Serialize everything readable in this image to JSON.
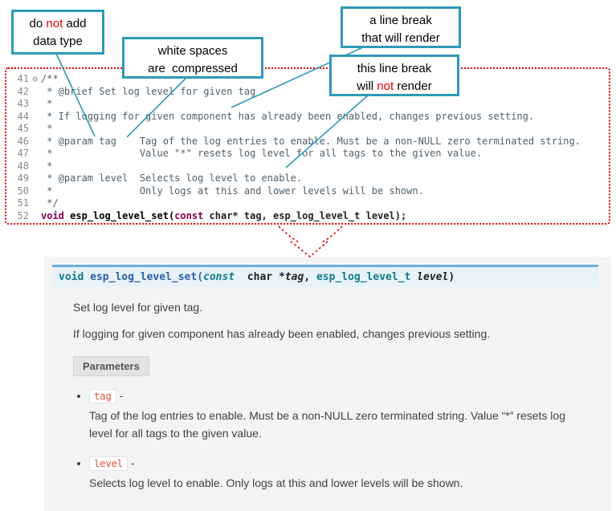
{
  "colors": {
    "callout_border": "#2E9AB7",
    "annotation_red": "#E90000",
    "code_border_dotted_red": "#E90000",
    "signature_top_border": "#6AB0DE",
    "signature_background": "#E7F2FA",
    "inline_code_red": "#E74C3C"
  },
  "callouts": {
    "c1": {
      "p1": "do ",
      "p2": "not",
      "p3": " add",
      "line2": "data type"
    },
    "c2": {
      "line1": "white spaces",
      "line2": "are  compressed"
    },
    "c3": {
      "line1": "a line break",
      "line2": "that will render"
    },
    "c4": {
      "line1": "this line break",
      "p1": "will ",
      "p2": "not",
      "p3": " render"
    }
  },
  "code": {
    "lines": [
      {
        "num": "41",
        "fold": "⊖",
        "text": "/**"
      },
      {
        "num": "42",
        "text": " * @brief Set log level for given tag"
      },
      {
        "num": "43",
        "text": " *"
      },
      {
        "num": "44",
        "text": " * If logging for given component has already been enabled, changes previous setting."
      },
      {
        "num": "45",
        "text": " *"
      },
      {
        "num": "46",
        "text": " * @param tag    Tag of the log entries to enable. Must be a non-NULL zero terminated string."
      },
      {
        "num": "47",
        "text": " *               Value \"*\" resets log level for all tags to the given value."
      },
      {
        "num": "48",
        "text": " *"
      },
      {
        "num": "49",
        "text": " * @param level  Selects log level to enable."
      },
      {
        "num": "50",
        "text": " *               Only logs at this and lower levels will be shown."
      },
      {
        "num": "51",
        "text": " */"
      },
      {
        "num": "52"
      }
    ],
    "line52": {
      "kw1": "void",
      "name": " esp_log_level_set(",
      "kw2": "const",
      "rest": " char* tag, esp_log_level_t level);"
    }
  },
  "doc": {
    "signature": {
      "s0": "void",
      "s1": " ",
      "s2": "esp_log_level_set",
      "s3": "(",
      "s4": "const",
      "s5": "  char *",
      "s6": "tag",
      "s7": ", ",
      "s8": "esp_log_level_t",
      "s9": " ",
      "s10": "level",
      "s11": ")"
    },
    "brief": "Set log level for given tag.",
    "details": "If logging for given component has already been enabled, changes previous setting.",
    "params_label": "Parameters",
    "params": [
      {
        "label": "tag",
        "sep": " -",
        "desc": "Tag of the log entries to enable. Must be a non-NULL zero terminated string. Value “*” resets log level for all tags to the given value."
      },
      {
        "label": "level",
        "sep": " -",
        "desc": "Selects log level to enable. Only logs at this and lower levels will be shown."
      }
    ]
  }
}
